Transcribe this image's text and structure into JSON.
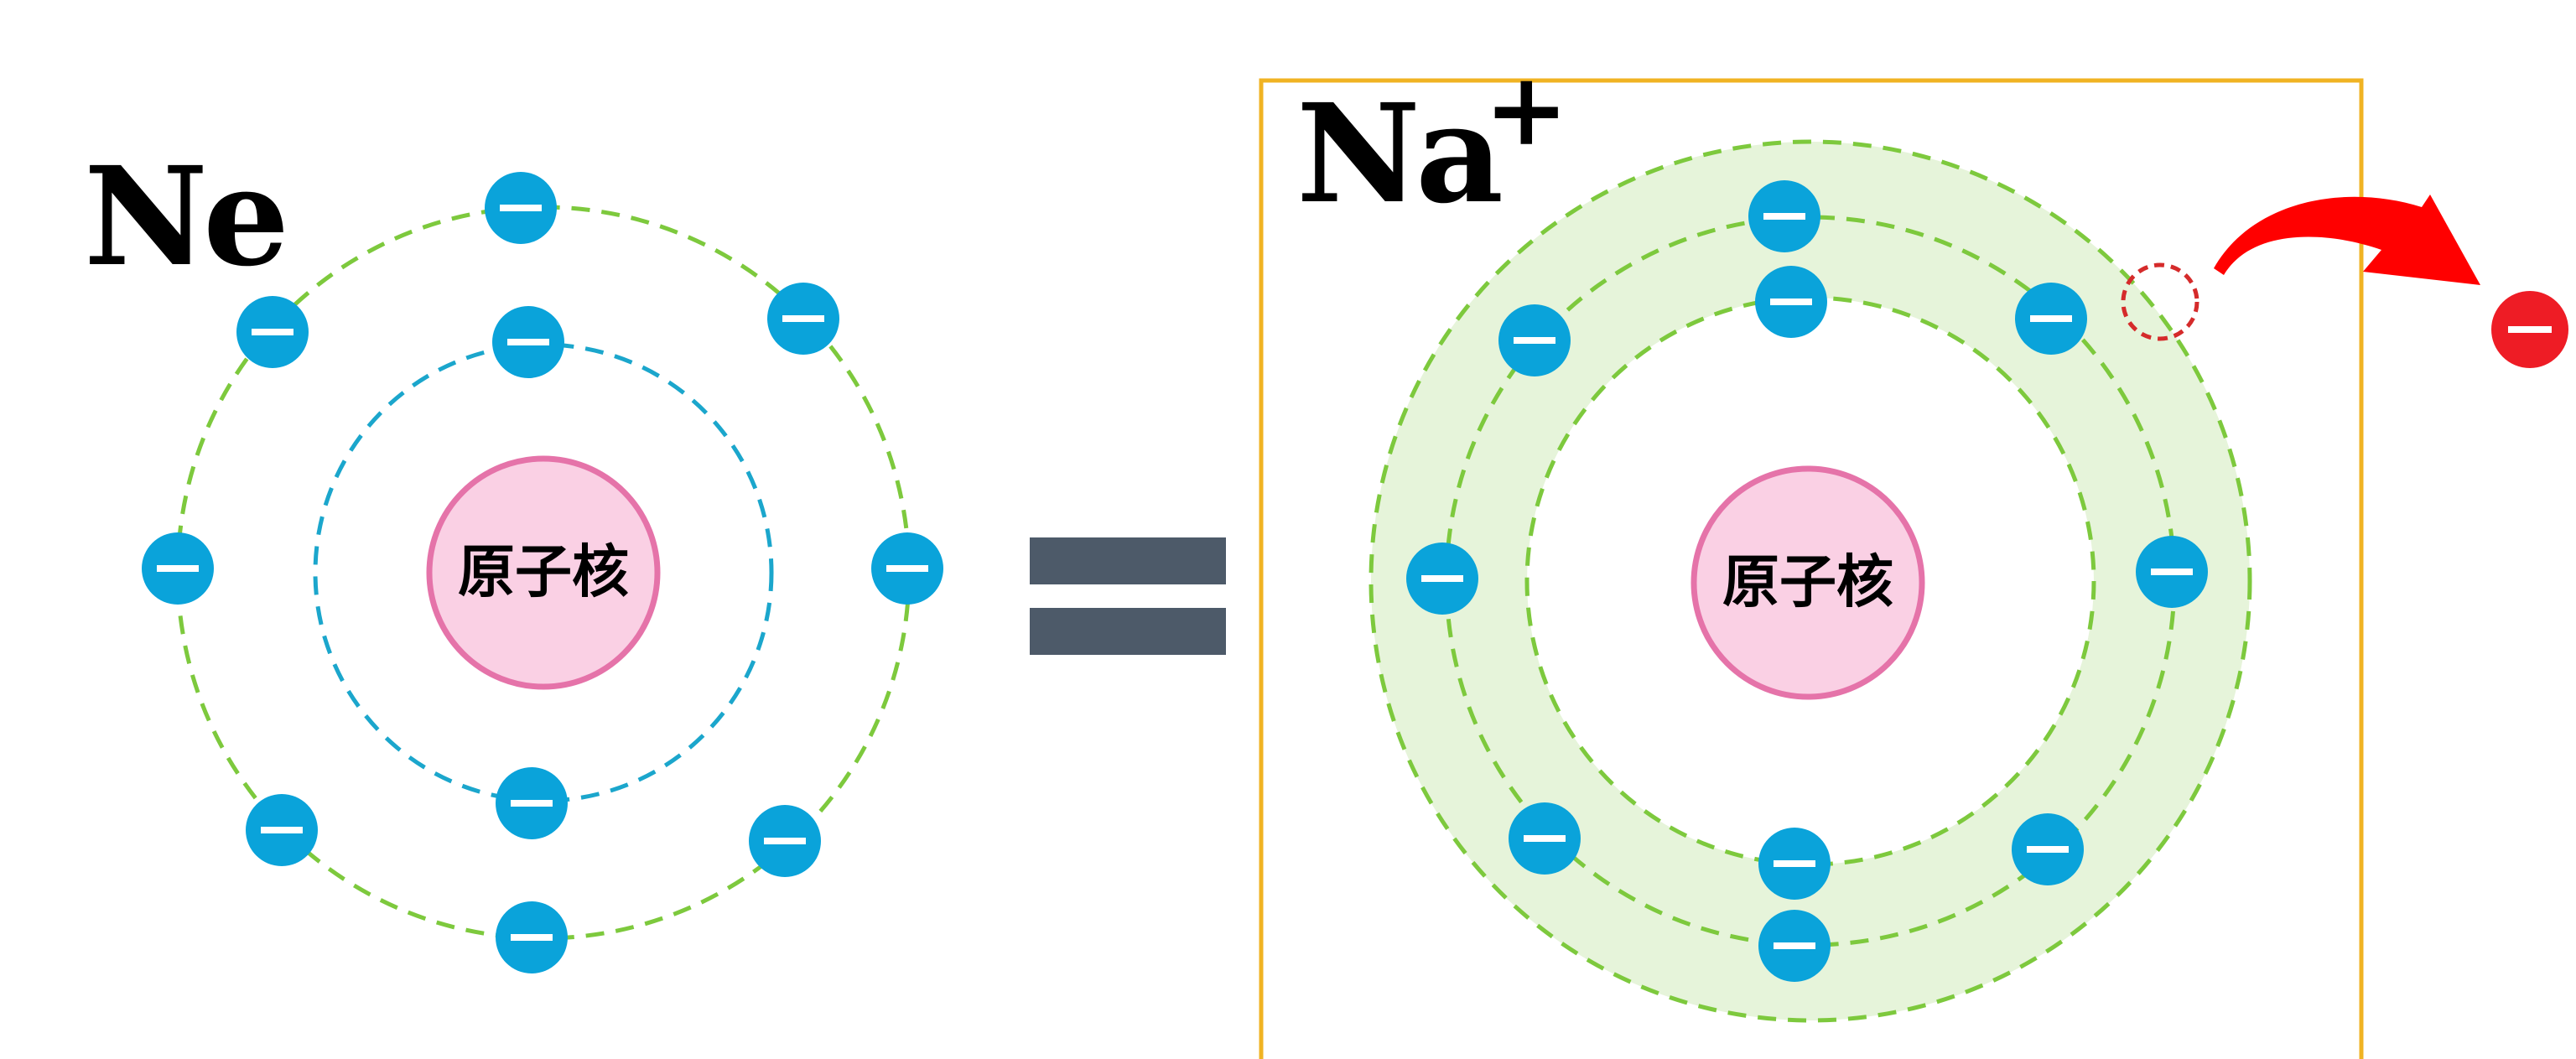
{
  "left_atom": {
    "symbol": "Ne",
    "nucleus_label": "原子核",
    "shells": [
      {
        "electrons": 2,
        "color": "#1BA6CC"
      },
      {
        "electrons": 8,
        "color": "#7DC93D"
      }
    ]
  },
  "equals_sign": {
    "color": "#4D5A69"
  },
  "right_atom": {
    "symbol": "Na",
    "charge": "+",
    "nucleus_label": "原子核",
    "shells": [
      {
        "electrons": 2,
        "color": "#7DC93D"
      },
      {
        "electrons": 8,
        "color": "#7DC93D"
      }
    ],
    "lost_electron_shell_color": "#7DC93D",
    "box_color": "#F0B323",
    "shell_fill_color": "#E6F4DA"
  },
  "removed_electron": {
    "symbol": "−",
    "color": "#EE1C25"
  },
  "colors": {
    "electron": "#0AA3DA",
    "electron_mark": "#ffffff",
    "nucleus_fill": "#FAD0E4",
    "nucleus_stroke": "#E573A9",
    "arrow": "#FF0000",
    "vacancy": "#D52B2B"
  }
}
